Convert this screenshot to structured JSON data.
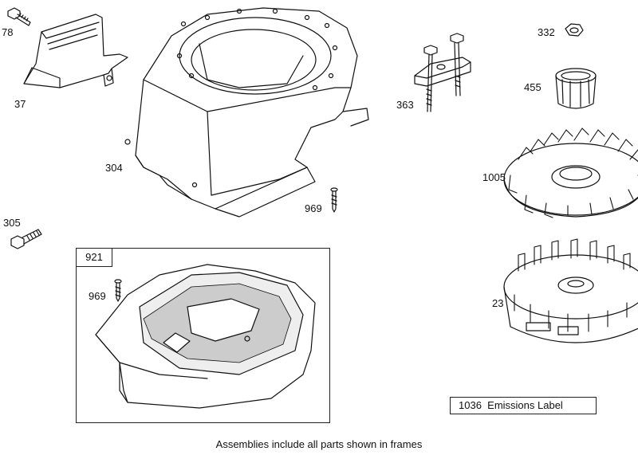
{
  "parts": {
    "p78": "78",
    "p37": "37",
    "p304": "304",
    "p305": "305",
    "p969_top": "969",
    "p363": "363",
    "p332": "332",
    "p455": "455",
    "p1005": "1005",
    "p23": "23",
    "p969_frame": "969"
  },
  "frame": {
    "id": "921"
  },
  "emissions": {
    "number": "1036",
    "label": "Emissions Label"
  },
  "caption": "Assemblies include all parts shown in frames"
}
